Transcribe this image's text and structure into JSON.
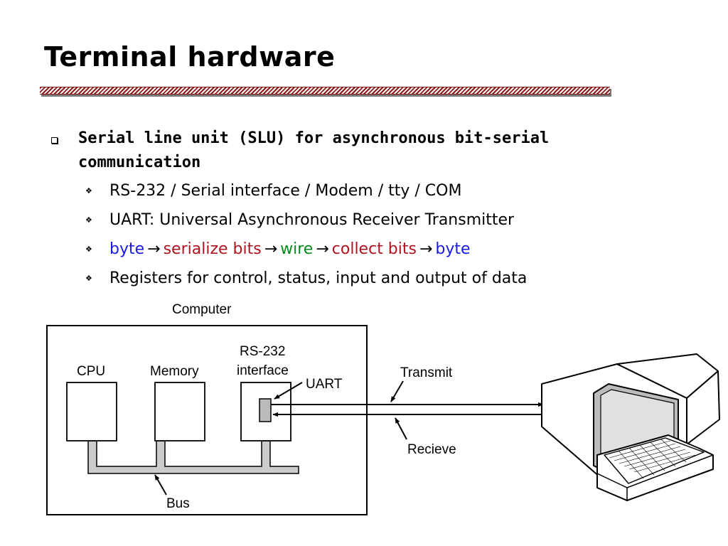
{
  "slide": {
    "title": "Terminal hardware"
  },
  "main_point": "Serial line unit (SLU) for asynchronous bit-serial communication",
  "sub_points": {
    "rs232": "RS-232 / Serial interface / Modem / tty / COM",
    "uart": "UART: Universal Asynchronous Receiver Transmitter",
    "flow": [
      "byte",
      "serialize bits",
      "wire",
      "collect bits",
      "byte"
    ],
    "flow_arrow": "→",
    "registers": "Registers for control, status, input and output of data"
  },
  "colors": {
    "title_rule": "#8a1a1a",
    "flow_byte": "#1a1ae6",
    "flow_serialize": "#b0141e",
    "flow_wire": "#0a8a1e",
    "bus_fill": "#cccccc"
  },
  "diagram": {
    "computer_label": "Computer",
    "cpu_label": "CPU",
    "memory_label": "Memory",
    "rs232_label_line1": "RS-232",
    "rs232_label_line2": "interface",
    "uart_label": "UART",
    "transmit_label": "Transmit",
    "receive_label": "Recieve",
    "bus_label": "Bus"
  }
}
